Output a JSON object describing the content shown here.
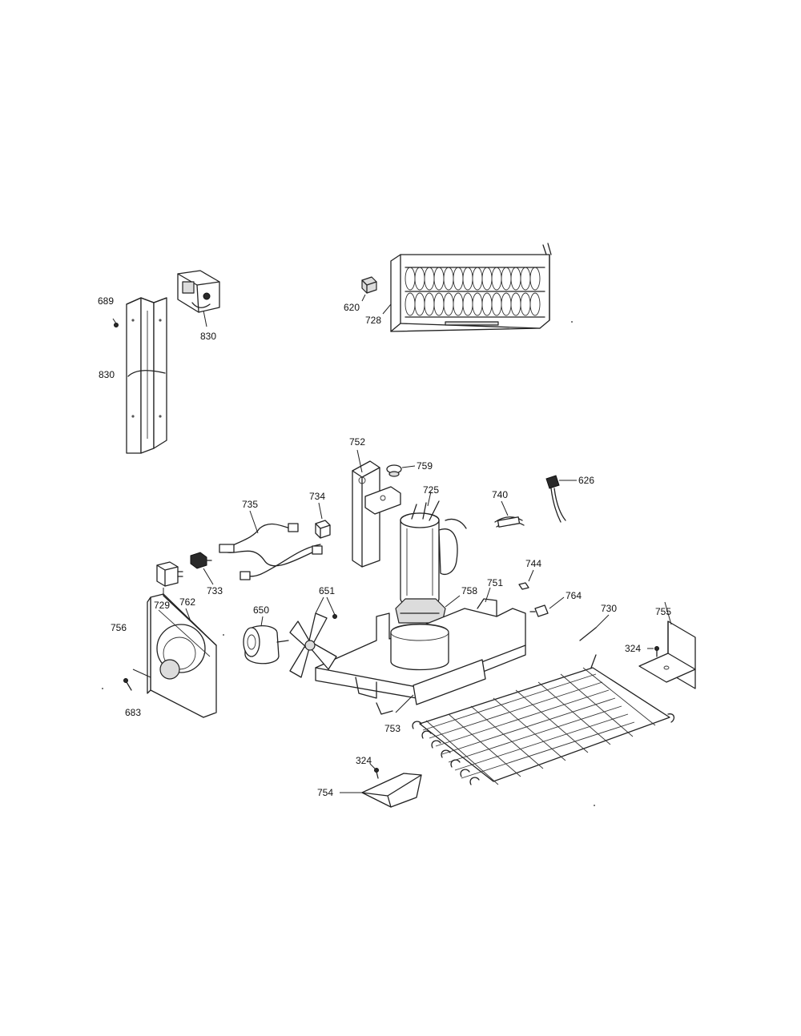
{
  "callouts": {
    "l689": "689",
    "l830a": "830",
    "l830b": "830",
    "l620": "620",
    "l728": "728",
    "l752": "752",
    "l759": "759",
    "l725": "725",
    "l740": "740",
    "l626": "626",
    "l735": "735",
    "l734": "734",
    "l729": "729",
    "l733": "733",
    "l762": "762",
    "l756": "756",
    "l683": "683",
    "l650": "650",
    "l651": "651",
    "l758": "758",
    "l751": "751",
    "l744": "744",
    "l764": "764",
    "l730": "730",
    "l755": "755",
    "l324a": "324",
    "l753": "753",
    "l324b": "324",
    "l754": "754"
  }
}
